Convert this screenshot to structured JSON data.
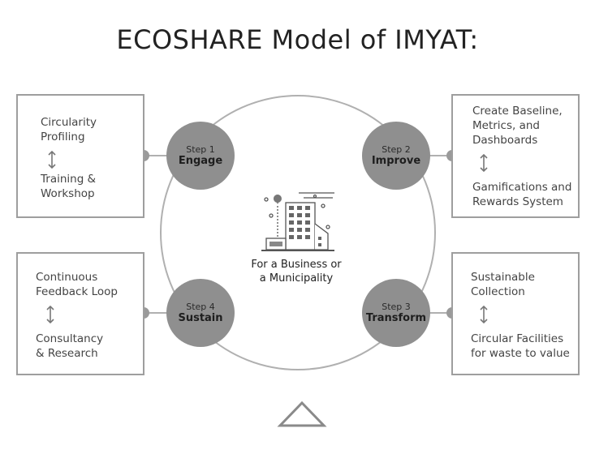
{
  "title": "ECOSHARE Model of IMYAT:",
  "center": {
    "label": "For a Business or\na Municipality",
    "icon": "building-icon"
  },
  "colors": {
    "line": "#b0b0b0",
    "step_fill": "#8f8f8f",
    "box_border": "#9e9e9e"
  },
  "steps": [
    {
      "number": "Step 1",
      "label": "Engage"
    },
    {
      "number": "Step 2",
      "label": "Improve"
    },
    {
      "number": "Step 3",
      "label": "Transform"
    },
    {
      "number": "Step 4",
      "label": "Sustain"
    }
  ],
  "boxes": {
    "engage": {
      "top": "Circularity\nProfiling",
      "bottom": "Training &\nWorkshop"
    },
    "improve": {
      "top": "Create Baseline,\nMetrics, and\nDashboards",
      "bottom": "Gamifications and\nRewards System"
    },
    "sustain": {
      "top": "Continuous\nFeedback Loop",
      "bottom": "Consultancy\n& Research"
    },
    "transform": {
      "top": "Sustainable\nCollection",
      "bottom": "Circular Facilities\nfor waste to value"
    }
  },
  "footer_icon": "triangle-icon"
}
